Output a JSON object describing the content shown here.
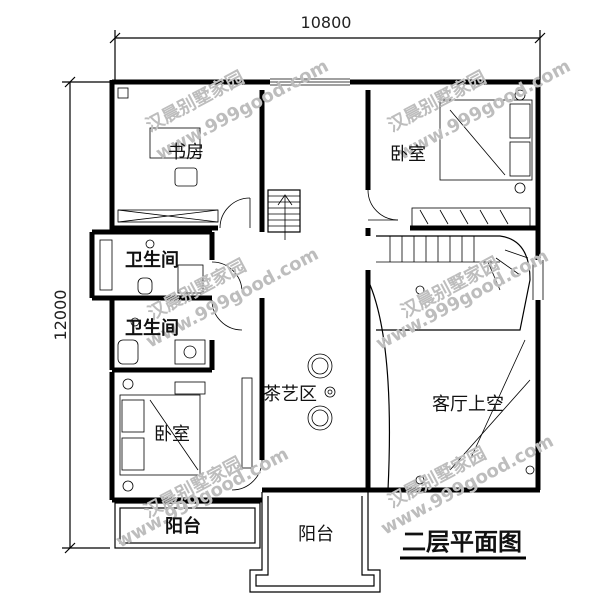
{
  "dimensions": {
    "width": "10800",
    "height": "12000"
  },
  "rooms": {
    "study": "书房",
    "bedroom_1": "卧室",
    "bathroom_1": "卫生间",
    "bathroom_2": "卫生间",
    "tea_area": "茶艺区",
    "living_void": "客厅上空",
    "bedroom_2": "卧室",
    "balcony_1": "阳台",
    "balcony_2": "阳台"
  },
  "plan_title": "二层平面图",
  "watermark": {
    "brand": "汉晨别墅家园",
    "url": "www.999good.com"
  },
  "colors": {
    "line": "#000000",
    "watermark": "#bdbdbd",
    "background": "#ffffff"
  }
}
